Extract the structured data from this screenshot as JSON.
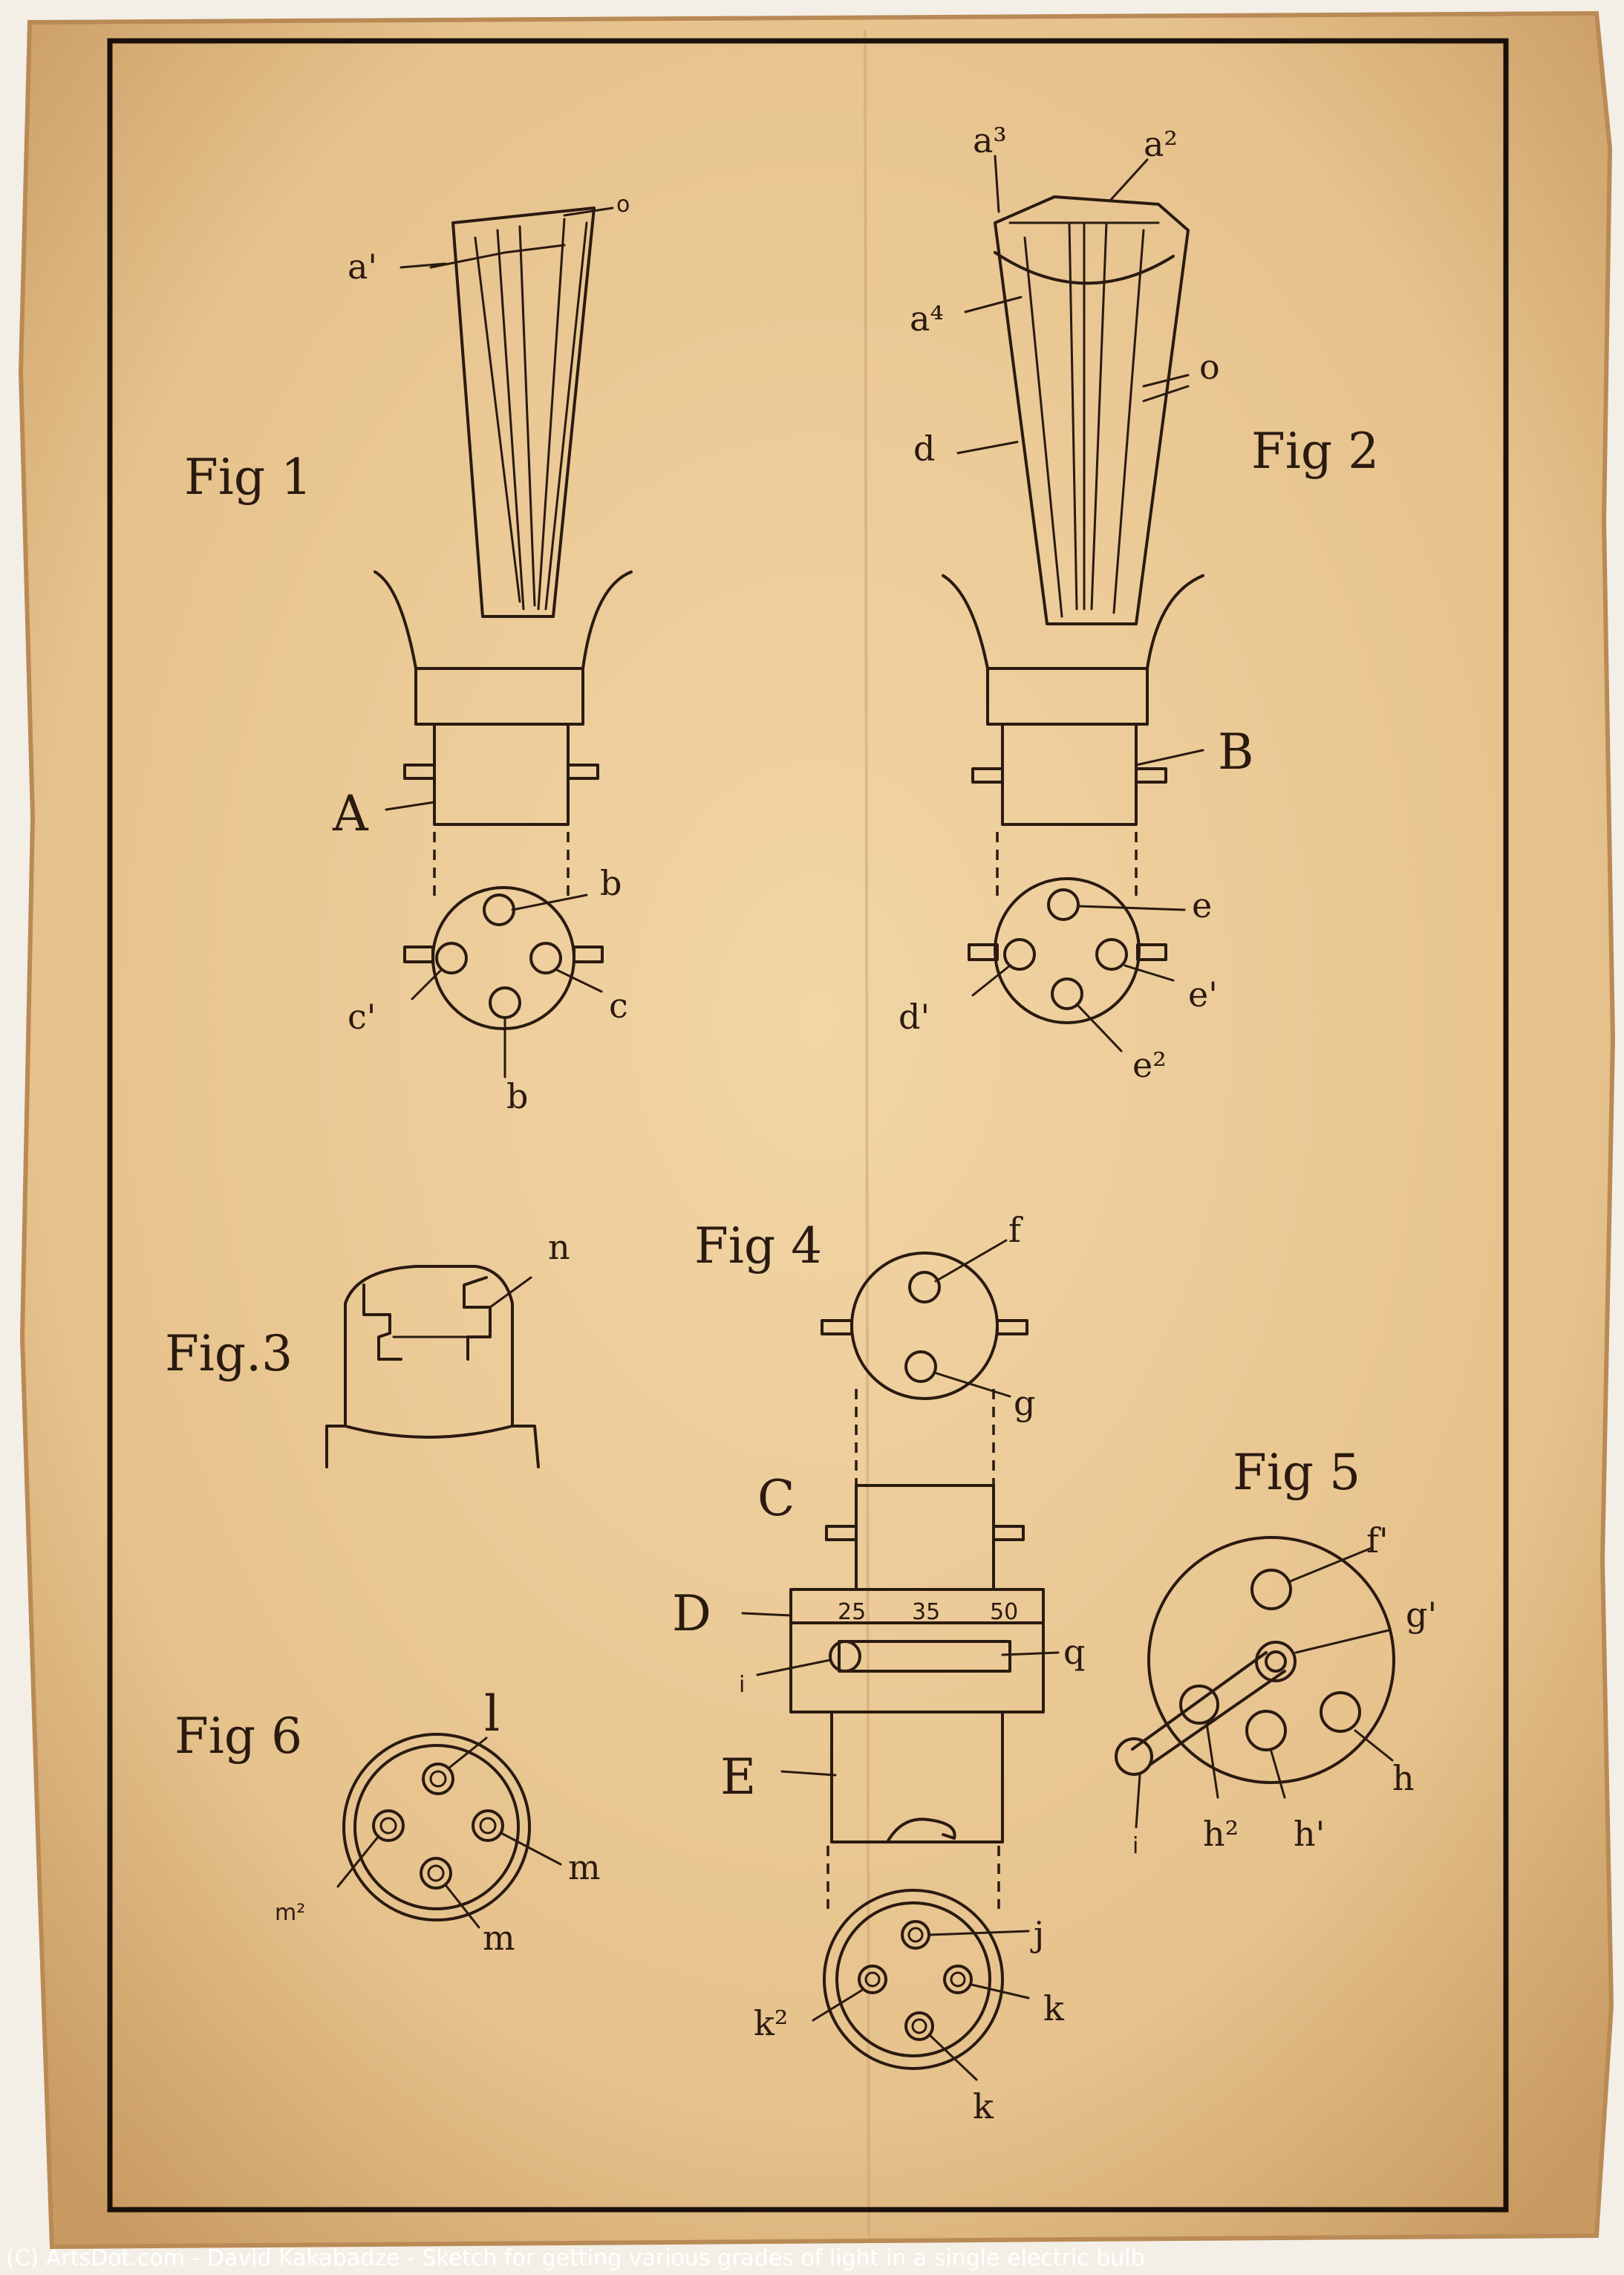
{
  "figures": {
    "fig1": {
      "title": "Fig 1",
      "labels": {
        "a_prime": "a'",
        "o": "o",
        "A": "A",
        "b_top": "b",
        "c_prime": "c'",
        "c": "c",
        "b_bottom": "b"
      }
    },
    "fig2": {
      "title": "Fig 2",
      "labels": {
        "a3": "a³",
        "a2": "a²",
        "a4": "a⁴",
        "o": "o",
        "d": "d",
        "B": "B",
        "e": "e",
        "d_prime": "d'",
        "e_prime": "e'",
        "e2": "e²"
      }
    },
    "fig3": {
      "title": "Fig.3",
      "labels": {
        "n": "n"
      }
    },
    "fig4": {
      "title": "Fig 4",
      "labels": {
        "f": "f",
        "g": "g",
        "C": "C",
        "D": "D",
        "i": "i",
        "q": "q",
        "E": "E",
        "j": "j",
        "k_right": "k",
        "k2": "k²",
        "k_bottom": "k"
      },
      "scale": [
        "25",
        "35",
        "50"
      ]
    },
    "fig5": {
      "title": "Fig 5",
      "labels": {
        "f_prime": "f'",
        "g_prime": "g'",
        "h": "h",
        "h2": "h²",
        "h_prime": "h'",
        "i": "i"
      }
    },
    "fig6": {
      "title": "Fig 6",
      "labels": {
        "l": "l",
        "m": "m",
        "m2": "m²",
        "m_bottom": "m"
      }
    }
  },
  "credit": "(C) ArtsDot.com - David Kakabadze - Sketch for getting various grades of light in a single electric bulb",
  "colors": {
    "paper": "#e8c896",
    "paper_edge": "#c9a06a",
    "ink": "#2a1a10",
    "frame": "#1a100a"
  }
}
